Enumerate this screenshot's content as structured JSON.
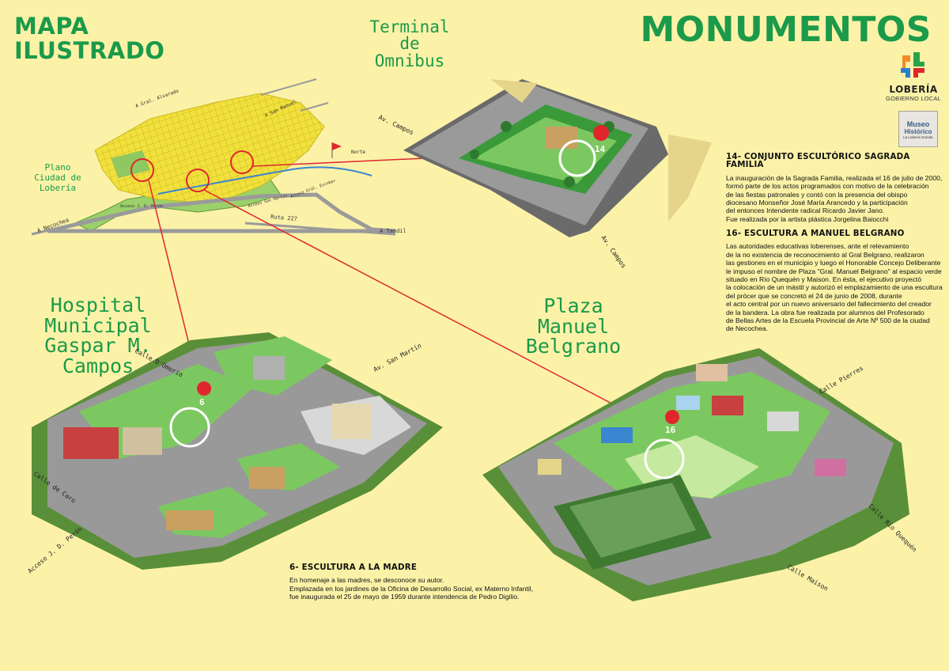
{
  "header": {
    "title_line1": "MAPA",
    "title_line2": "ILUSTRADO",
    "section": "MONUMENTOS"
  },
  "logo": {
    "name": "LOBERÍA",
    "subtitle": "GOBIERNO LOCAL"
  },
  "museo": {
    "line1": "Museo",
    "line2": "Histórico",
    "line3": "La Lobería Grande"
  },
  "plano": {
    "label_line1": "Plano",
    "label_line2": "Ciudad de Lobería",
    "north": "Norte",
    "routes": {
      "necochea": "A Necochea",
      "tandil": "A Tandil",
      "ruta227": "Ruta 227",
      "san_manuel": "A San Manuel",
      "gral_alvarado": "A Gral. Alvarado",
      "acceso_jd_peron": "Acceso J. D. Perón",
      "acceso_san_martin": "Acceso San Martín",
      "acceso_gral_escobar": "Acceso Gral. Escobar"
    }
  },
  "places": {
    "terminal": {
      "line1": "Terminal",
      "line2": "de",
      "line3": "Omnibus",
      "marker": "14"
    },
    "hospital": {
      "line1": "Hospital Municipal",
      "line2": "Gaspar M. Campos",
      "marker": "6"
    },
    "plaza": {
      "line1": "Plaza",
      "line2": "Manuel Belgrano",
      "marker": "16"
    }
  },
  "streets": {
    "av_campos_top": "Av. Campos",
    "av_campos_bottom": "Av. Campos",
    "calle_domorio": "Calle D'Omorio",
    "av_san_martin": "Av. San Martín",
    "calle_de_caro": "Calle de Caro",
    "acceso_jd_peron": "Acceso J. D. Perón",
    "calle_pierres": "Calle Pierres",
    "calle_rio_quequen": "Calle Río Quequén",
    "calle_maison": "Calle Maison"
  },
  "monuments": [
    {
      "id": "14",
      "title": "14- CONJUNTO ESCULTÓRICO SAGRADA FAMILIA",
      "text": "La inauguración de la Sagrada Familia, realizada el 16 de julio de 2000,\nformó  parte de los actos programados con motivo de la celebración\nde las fiestas patronales y contó con la presencia del obispo\ndiocesano Monseñor José María Arancedo y la participación\ndel entonces Intendente radical Ricardo Javier Jano.\nFue realizada por la artista plástica Jorgelina Baiocchi"
    },
    {
      "id": "16",
      "title": "16- ESCULTURA A MANUEL BELGRANO",
      "text": "Las autoridades educativas loberenses, ante el relevamiento\nde la no existencia de reconocimiento al Gral Belgrano, realizaron\nlas gestiones en el municipio y luego el Honorable Concejo Deliberante\nle impuso el nombre de Plaza \"Gral. Manuel Belgrano\" al espacio verde\nsituado en Río Quequén y Maison. En ésta, el ejecutivo proyectó\nla colocación de un mástil y autorizó el emplazamiento de una escultura\ndel prócer que se concretó el 24 de junio de 2008, durante\nel acto central por un nuevo aniversario del fallecimiento del creador\nde la bandera. La obra fue realizada por alumnos del Profesorado\nde Bellas Artes de la Escuela Provincial de Arte Nº 500 de la ciudad\nde Necochea."
    },
    {
      "id": "6",
      "title": "6- ESCULTURA A LA MADRE",
      "text": "En homenaje a las madres, se desconoce su autor.\nEmplazada en los jardines de la Oficina de Desarrollo Social, ex Materno Infantil,\nfue inaugurada el 25 de mayo de 1959 durante intendencia de Pedro Digilio."
    }
  ],
  "colors": {
    "background": "#fbf2a8",
    "title_green": "#1b9a4a",
    "marker_red": "#e0262c",
    "road_gray": "#8e8e8e",
    "grass_green": "#3a9a3a",
    "city_yellow": "#f2e13c"
  }
}
